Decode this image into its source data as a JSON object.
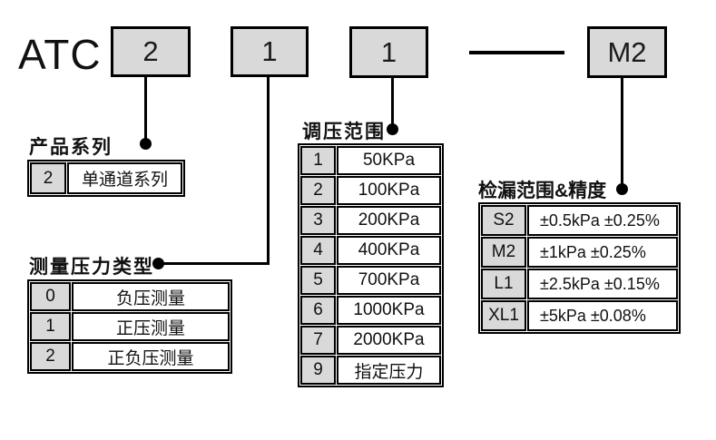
{
  "title": "ATC",
  "code_boxes": [
    {
      "label": "2"
    },
    {
      "label": "1"
    },
    {
      "label": "1"
    },
    {
      "label": "M2"
    }
  ],
  "sections": {
    "product_series": {
      "label": "产品系列",
      "rows": [
        {
          "code": "2",
          "value": "单通道系列"
        }
      ]
    },
    "pressure_type": {
      "label": "测量压力类型",
      "rows": [
        {
          "code": "0",
          "value": "负压测量"
        },
        {
          "code": "1",
          "value": "正压测量"
        },
        {
          "code": "2",
          "value": "正负压测量"
        }
      ]
    },
    "pressure_range": {
      "label": "调压范围",
      "rows": [
        {
          "code": "1",
          "value": "50KPa"
        },
        {
          "code": "2",
          "value": "100KPa"
        },
        {
          "code": "3",
          "value": "200KPa"
        },
        {
          "code": "4",
          "value": "400KPa"
        },
        {
          "code": "5",
          "value": "700KPa"
        },
        {
          "code": "6",
          "value": "1000KPa"
        },
        {
          "code": "7",
          "value": "2000KPa"
        },
        {
          "code": "9",
          "value": "指定压力"
        }
      ]
    },
    "leak_accuracy": {
      "label": "检漏范围&精度",
      "rows": [
        {
          "code": "S2",
          "value": "±0.5kPa ±0.25%"
        },
        {
          "code": "M2",
          "value": "±1kPa ±0.25%"
        },
        {
          "code": "L1",
          "value": "±2.5kPa ±0.15%"
        },
        {
          "code": "XL1",
          "value": "±5kPa ±0.08%"
        }
      ]
    }
  },
  "colors": {
    "background": "#ffffff",
    "box_fill": "#d9d9d9",
    "line": "#000000"
  }
}
